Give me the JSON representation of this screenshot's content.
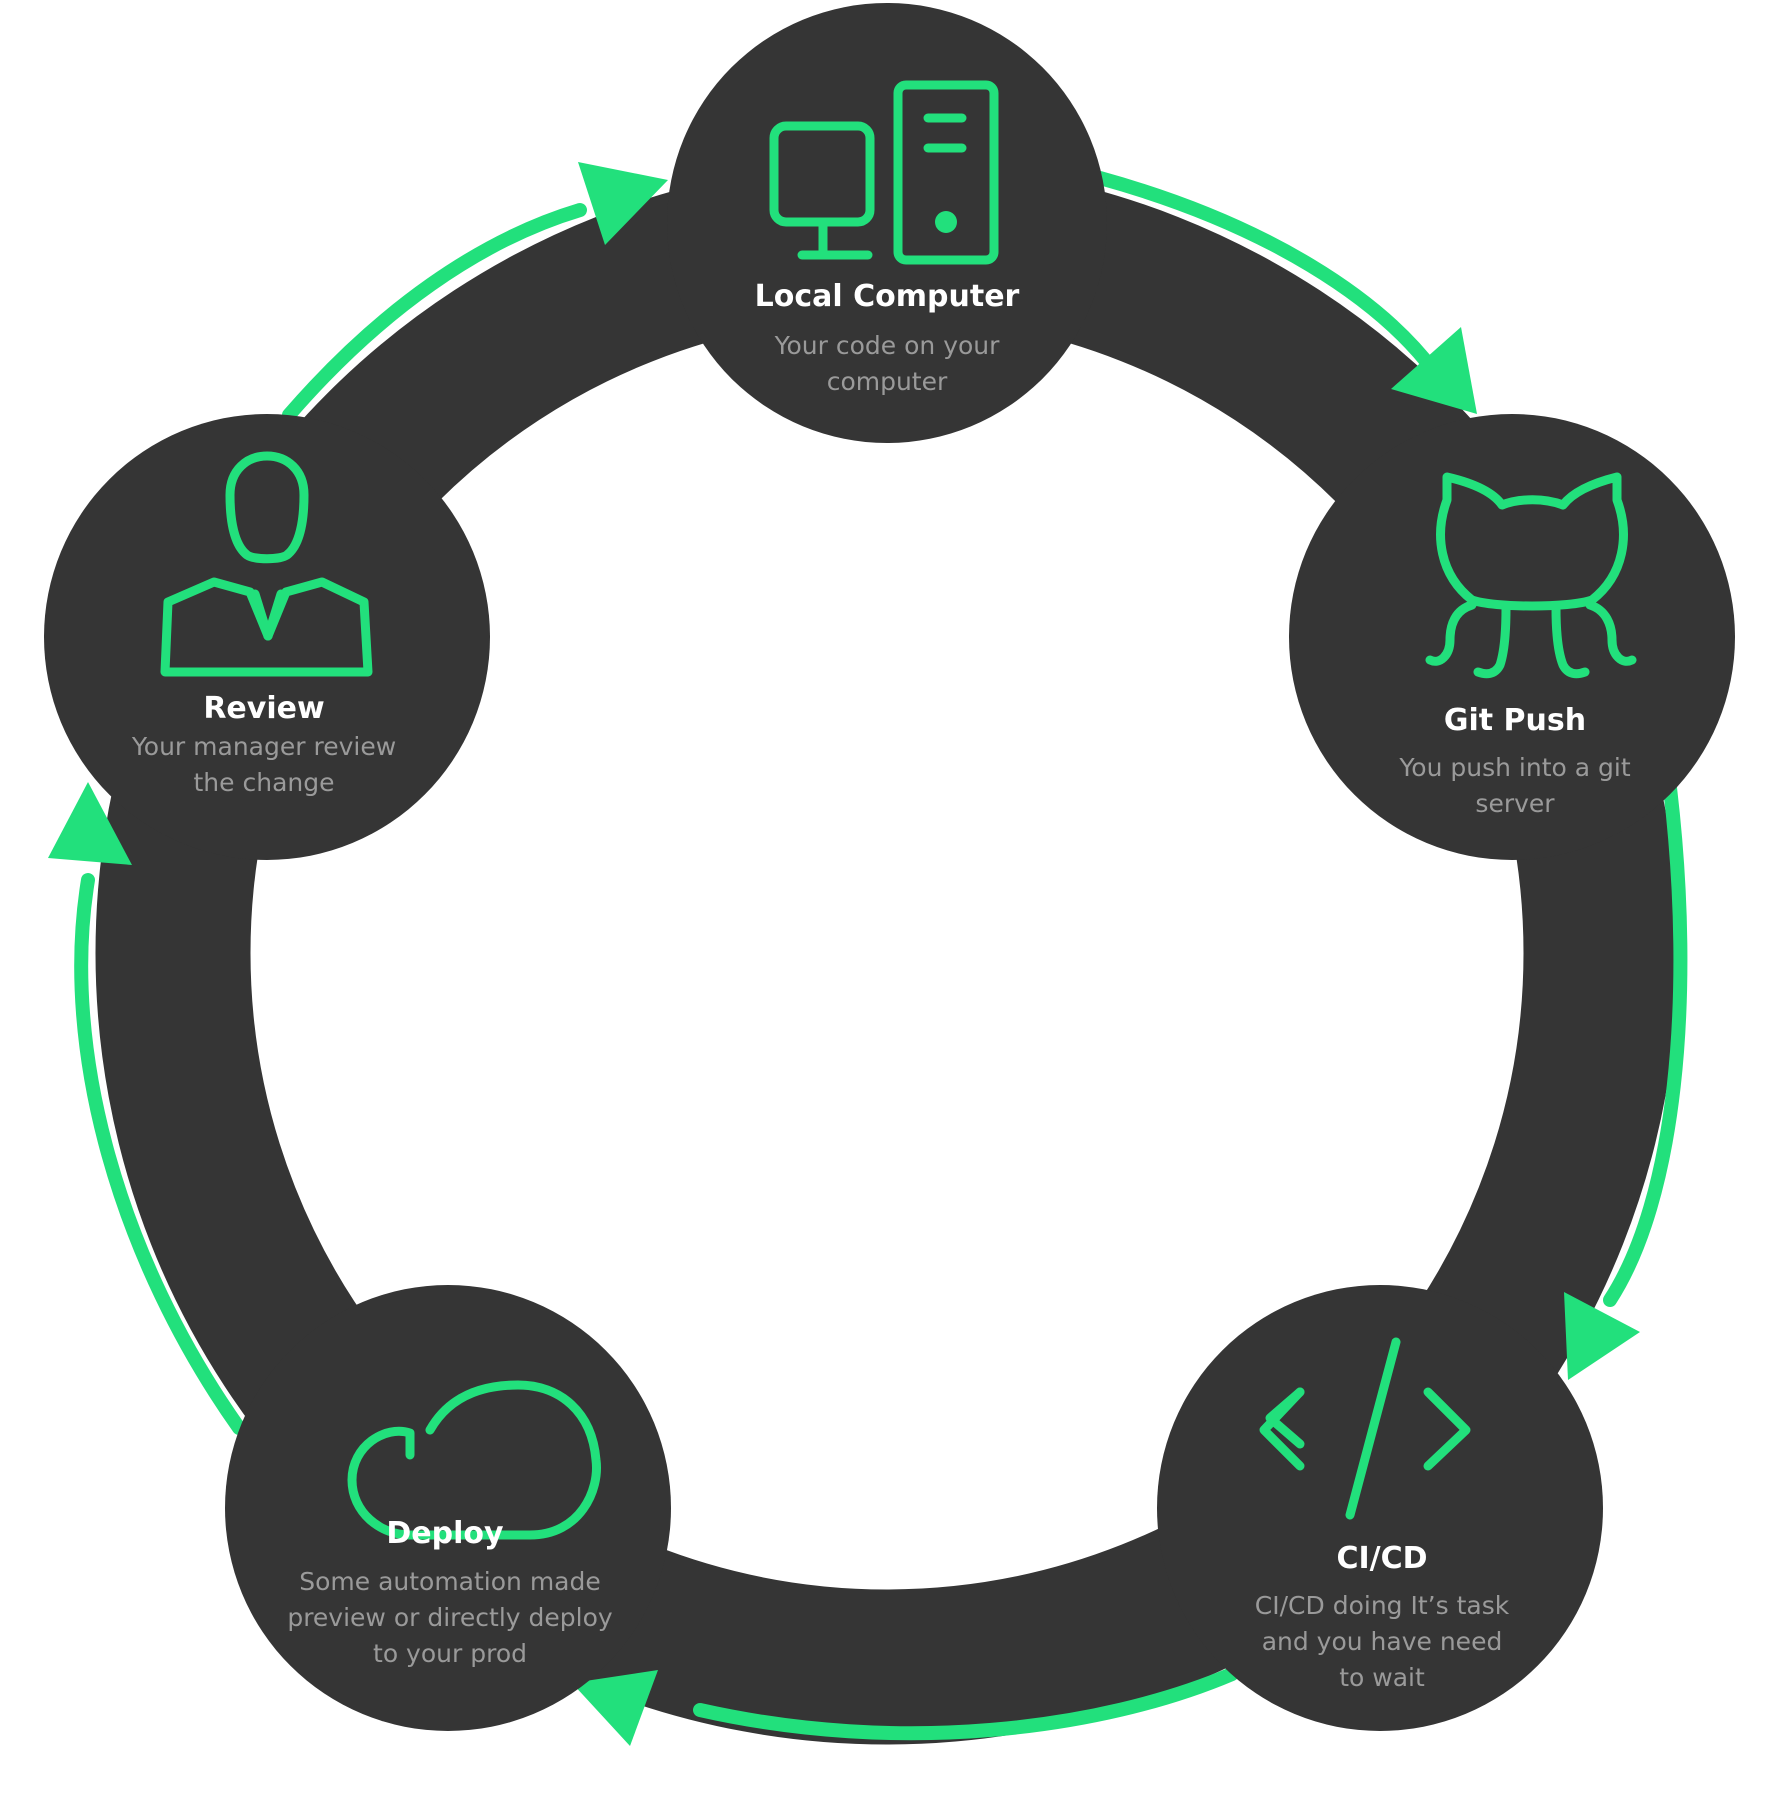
{
  "colors": {
    "ring": "#353535",
    "accent": "#22e07c",
    "title": "#ffffff",
    "description": "#9a9a9a",
    "background": "#ffffff"
  },
  "nodes": [
    {
      "id": "local-computer",
      "icon": "desktop-computer-icon",
      "title": "Local Computer",
      "desc": [
        "Your code on your",
        "computer"
      ]
    },
    {
      "id": "git-push",
      "icon": "github-octocat-icon",
      "title": "Git Push",
      "desc": [
        "You push into a git",
        "server"
      ]
    },
    {
      "id": "ci-cd",
      "icon": "code-brackets-icon",
      "title": "CI/CD",
      "desc": [
        "CI/CD doing It’s task",
        "and you have need",
        "to wait"
      ]
    },
    {
      "id": "deploy",
      "icon": "cloud-icon",
      "title": "Deploy",
      "desc": [
        "Some automation made",
        "preview or directly deploy",
        "to your prod"
      ]
    },
    {
      "id": "review",
      "icon": "manager-person-icon",
      "title": "Review",
      "desc": [
        "Your manager review",
        "the change"
      ]
    }
  ],
  "flow": [
    "local-computer",
    "git-push",
    "ci-cd",
    "deploy",
    "review",
    "local-computer"
  ]
}
